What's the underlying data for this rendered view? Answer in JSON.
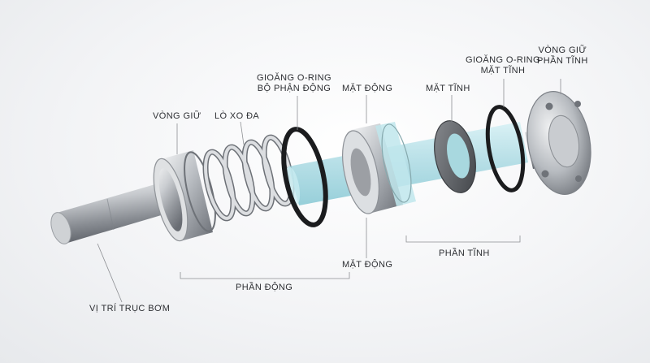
{
  "labels": {
    "vong_giu": "VÒNG GIỮ",
    "lo_xo_da": "LÒ XO ĐA",
    "gioang_dong": [
      "GIOĂNG O-RING",
      "BỘ PHẬN ĐỘNG"
    ],
    "mat_dong_top": "MẶT ĐỘNG",
    "mat_tinh": "MẶT TĨNH",
    "gioang_tinh": [
      "GIOĂNG O-RING",
      "MẶT TĨNH"
    ],
    "vong_giu_tinh": [
      "VÒNG GIỮ",
      "PHẦN TĨNH"
    ],
    "mat_dong_bottom": "MẶT ĐỘNG",
    "phan_tinh": "PHẦN TĨNH",
    "phan_dong": "PHẦN ĐỘNG",
    "vi_tri_truc_bom": "VỊ TRÍ TRỤC BƠM"
  },
  "colors": {
    "metal_light": "#e9eaec",
    "metal_mid": "#a9adb3",
    "metal_dark": "#5d6168",
    "oring": "#1b1c1e",
    "glass": "#a9dbe4",
    "ring_dark": "#55585d"
  }
}
